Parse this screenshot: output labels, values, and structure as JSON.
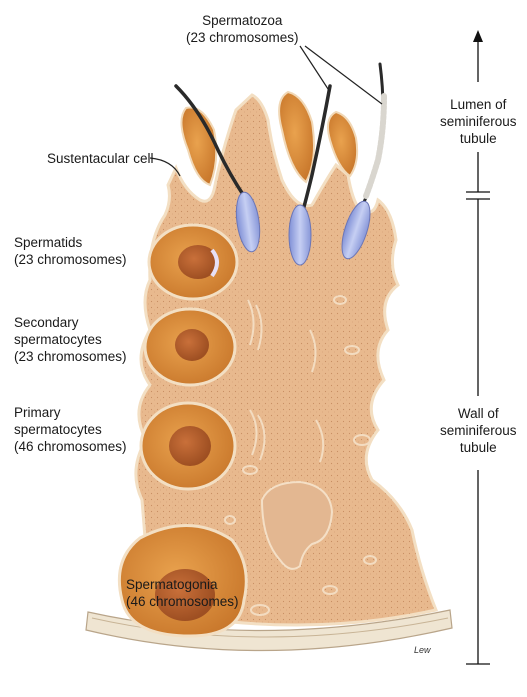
{
  "labels": {
    "spermatozoa": [
      "Spermatozoa",
      "(23 chromosomes)"
    ],
    "sustentacular": [
      "Sustentacular cell"
    ],
    "spermatids": [
      "Spermatids",
      "(23 chromosomes)"
    ],
    "secondary": [
      "Secondary",
      "spermatocytes",
      "(23 chromosomes)"
    ],
    "primary": [
      "Primary",
      "spermatocytes",
      "(46 chromosomes)"
    ],
    "spermatogonia": [
      "Spermatogonia",
      "(46 chromosomes)"
    ],
    "lumen": [
      "Lumen of",
      "seminiferous",
      "tubule"
    ],
    "wall": [
      "Wall of",
      "seminiferous",
      "tubule"
    ]
  },
  "signature": "Lew",
  "colors": {
    "cytoplasm": "#e8b98e",
    "membrane": "#f6e2c6",
    "germ_cell": "#d98a3a",
    "nucleus": "#b5602c",
    "sperm_head": "#9aa8e0",
    "tail": "#2a2a2a",
    "basement": "#e9dcc6"
  }
}
